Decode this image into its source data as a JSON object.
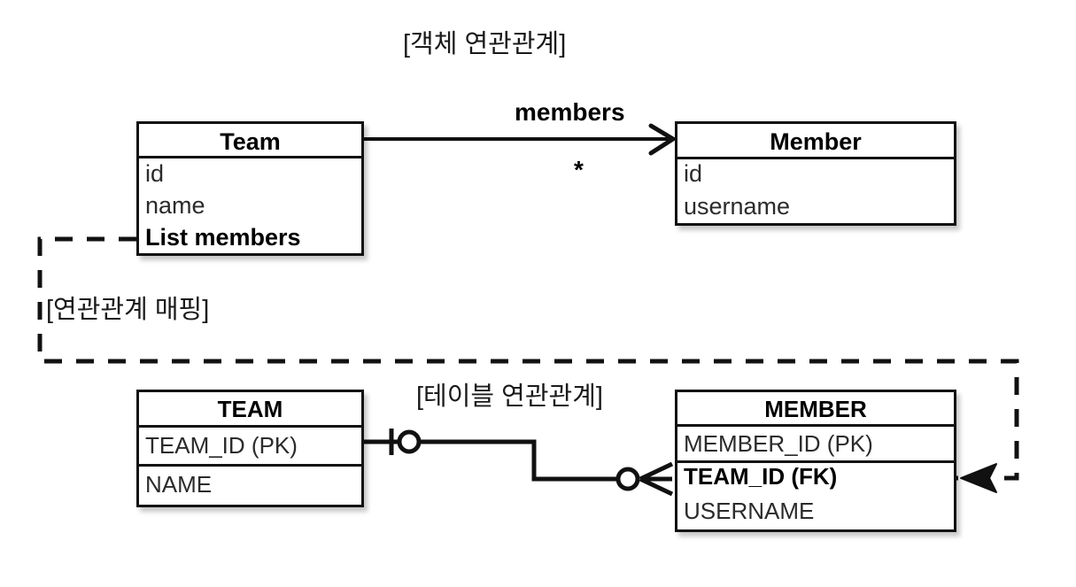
{
  "diagram": {
    "object_section_title": "[객체 연관관계]",
    "mapping_label": "[연관관계 매핑]",
    "table_section_title": "[테이블 연관관계]",
    "association_label": "members",
    "multiplicity": "*"
  },
  "object_model": {
    "team": {
      "name": "Team",
      "fields": [
        {
          "label": "id",
          "bold": false
        },
        {
          "label": "name",
          "bold": false
        },
        {
          "label": "List members",
          "bold": true
        }
      ]
    },
    "member": {
      "name": "Member",
      "fields": [
        {
          "label": "id",
          "bold": false
        },
        {
          "label": "username",
          "bold": false
        }
      ]
    }
  },
  "table_model": {
    "team_table": {
      "name": "TEAM",
      "columns": [
        {
          "label": "TEAM_ID (PK)",
          "bold": false
        },
        {
          "label": "NAME",
          "bold": false
        }
      ]
    },
    "member_table": {
      "name": "MEMBER",
      "columns": [
        {
          "label": "MEMBER_ID (PK)",
          "bold": false
        },
        {
          "label": "TEAM_ID (FK)",
          "bold": true
        },
        {
          "label": "USERNAME",
          "bold": false
        }
      ]
    }
  },
  "connectors": {
    "object_association": {
      "from": "Team",
      "to": "Member",
      "style": "solid",
      "arrow": "open-arrowhead",
      "label": "members",
      "multiplicity": "*"
    },
    "mapping_link": {
      "from": "List members",
      "to": "TEAM_ID (FK)",
      "style": "dashed",
      "arrow": "filled-arrowhead",
      "label": "[연관관계 매핑]"
    },
    "table_relation": {
      "from": "TEAM.TEAM_ID (PK)",
      "to": "MEMBER.TEAM_ID (FK)",
      "style": "solid",
      "left_cardinality": "one-and-only-one",
      "right_cardinality": "zero-or-many"
    }
  },
  "colors": {
    "stroke": "#111111",
    "text": "#1a1a1a",
    "muted_text": "#2b2b2b",
    "background": "#ffffff"
  }
}
